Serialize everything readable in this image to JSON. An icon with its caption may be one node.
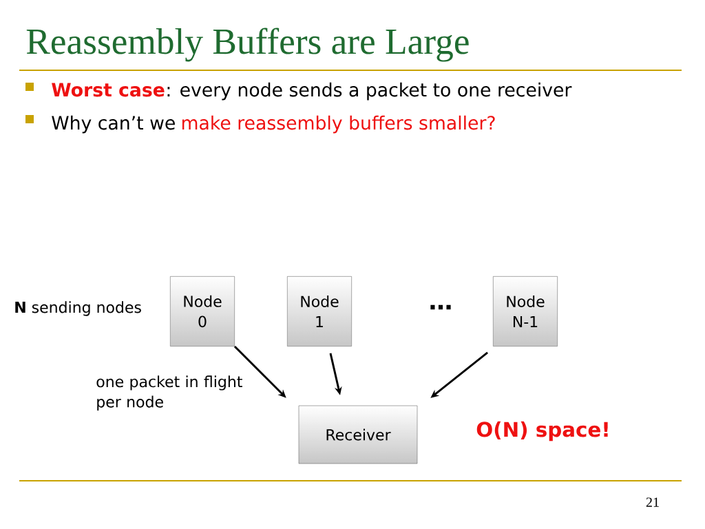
{
  "diagram": {
    "title": "Reassembly Buffers are Large",
    "nodes": [
      {
        "text": [
          "Node 0"
        ]
      },
      {
        "text": [
          "Node 1"
        ]
      },
      {
        "text": [
          "Node N-1"
        ]
      },
      {
        "text": [
          "Receiver"
        ]
      }
    ],
    "edges": [
      {
        "from": 0,
        "to": 3,
        "arrow": "to"
      },
      {
        "from": 1,
        "to": 3,
        "arrow": "to"
      },
      {
        "from": 2,
        "to": 3,
        "arrow": "to"
      }
    ],
    "labels": [
      "Worst case",
      ": every node sends a packet to one receiver",
      "Why can’t we",
      "make reassembly buffers smaller?",
      "**N** sending nodes",
      "…",
      "one packet in flight per node",
      "O(N) space!",
      "21"
    ]
  }
}
